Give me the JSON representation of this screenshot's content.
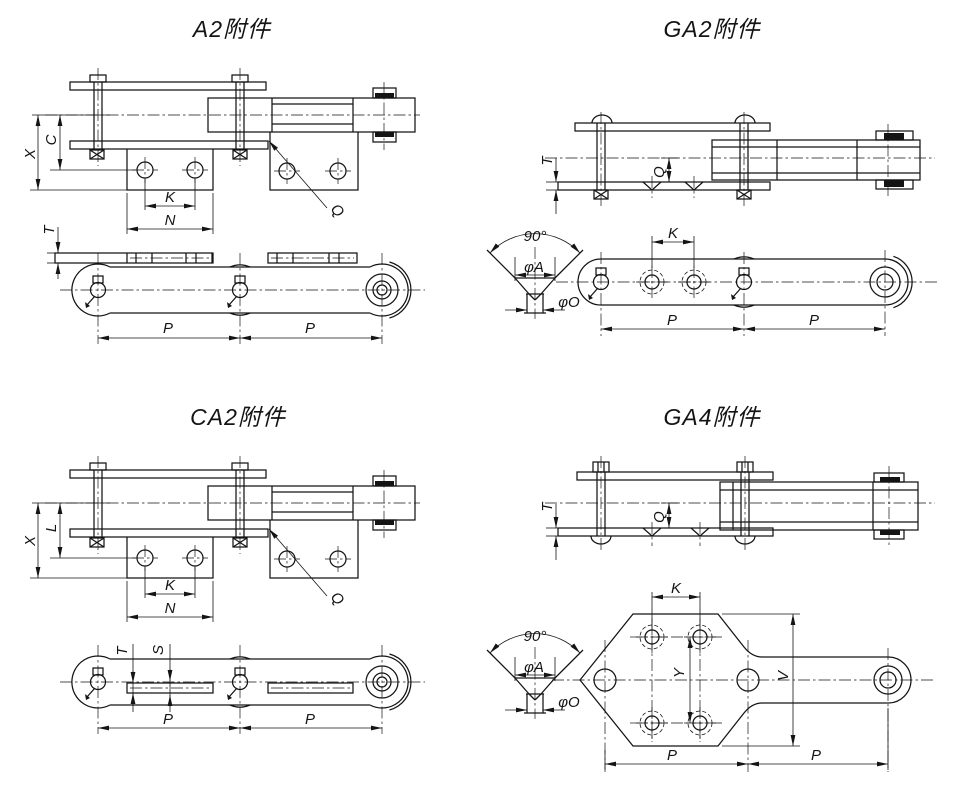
{
  "sheet": {
    "background": "#ffffff",
    "line_color": "#141414"
  },
  "drawings": {
    "a2": {
      "title": "A2附件",
      "dims": {
        "x": "X",
        "c": "C",
        "k": "K",
        "n": "N",
        "q": "Q",
        "t": "T",
        "p_left": "P",
        "p_right": "P"
      }
    },
    "ga2": {
      "title": "GA2附件",
      "dims": {
        "t": "T",
        "q": "Q",
        "k": "K",
        "p_left": "P",
        "p_right": "P"
      },
      "countersink": {
        "angle": "90°",
        "dia_top": "φA",
        "dia_hole": "φO"
      }
    },
    "ca2": {
      "title": "CA2附件",
      "dims": {
        "x": "X",
        "l": "L",
        "k": "K",
        "n": "N",
        "q": "Q",
        "t": "T",
        "s": "S",
        "p_left": "P",
        "p_right": "P"
      }
    },
    "ga4": {
      "title": "GA4附件",
      "dims": {
        "t": "T",
        "q": "Q",
        "k": "K",
        "y": "Y",
        "v": "V",
        "p_left": "P",
        "p_right": "P"
      },
      "countersink": {
        "angle": "90°",
        "dia_top": "φA",
        "dia_hole": "φO"
      }
    }
  }
}
